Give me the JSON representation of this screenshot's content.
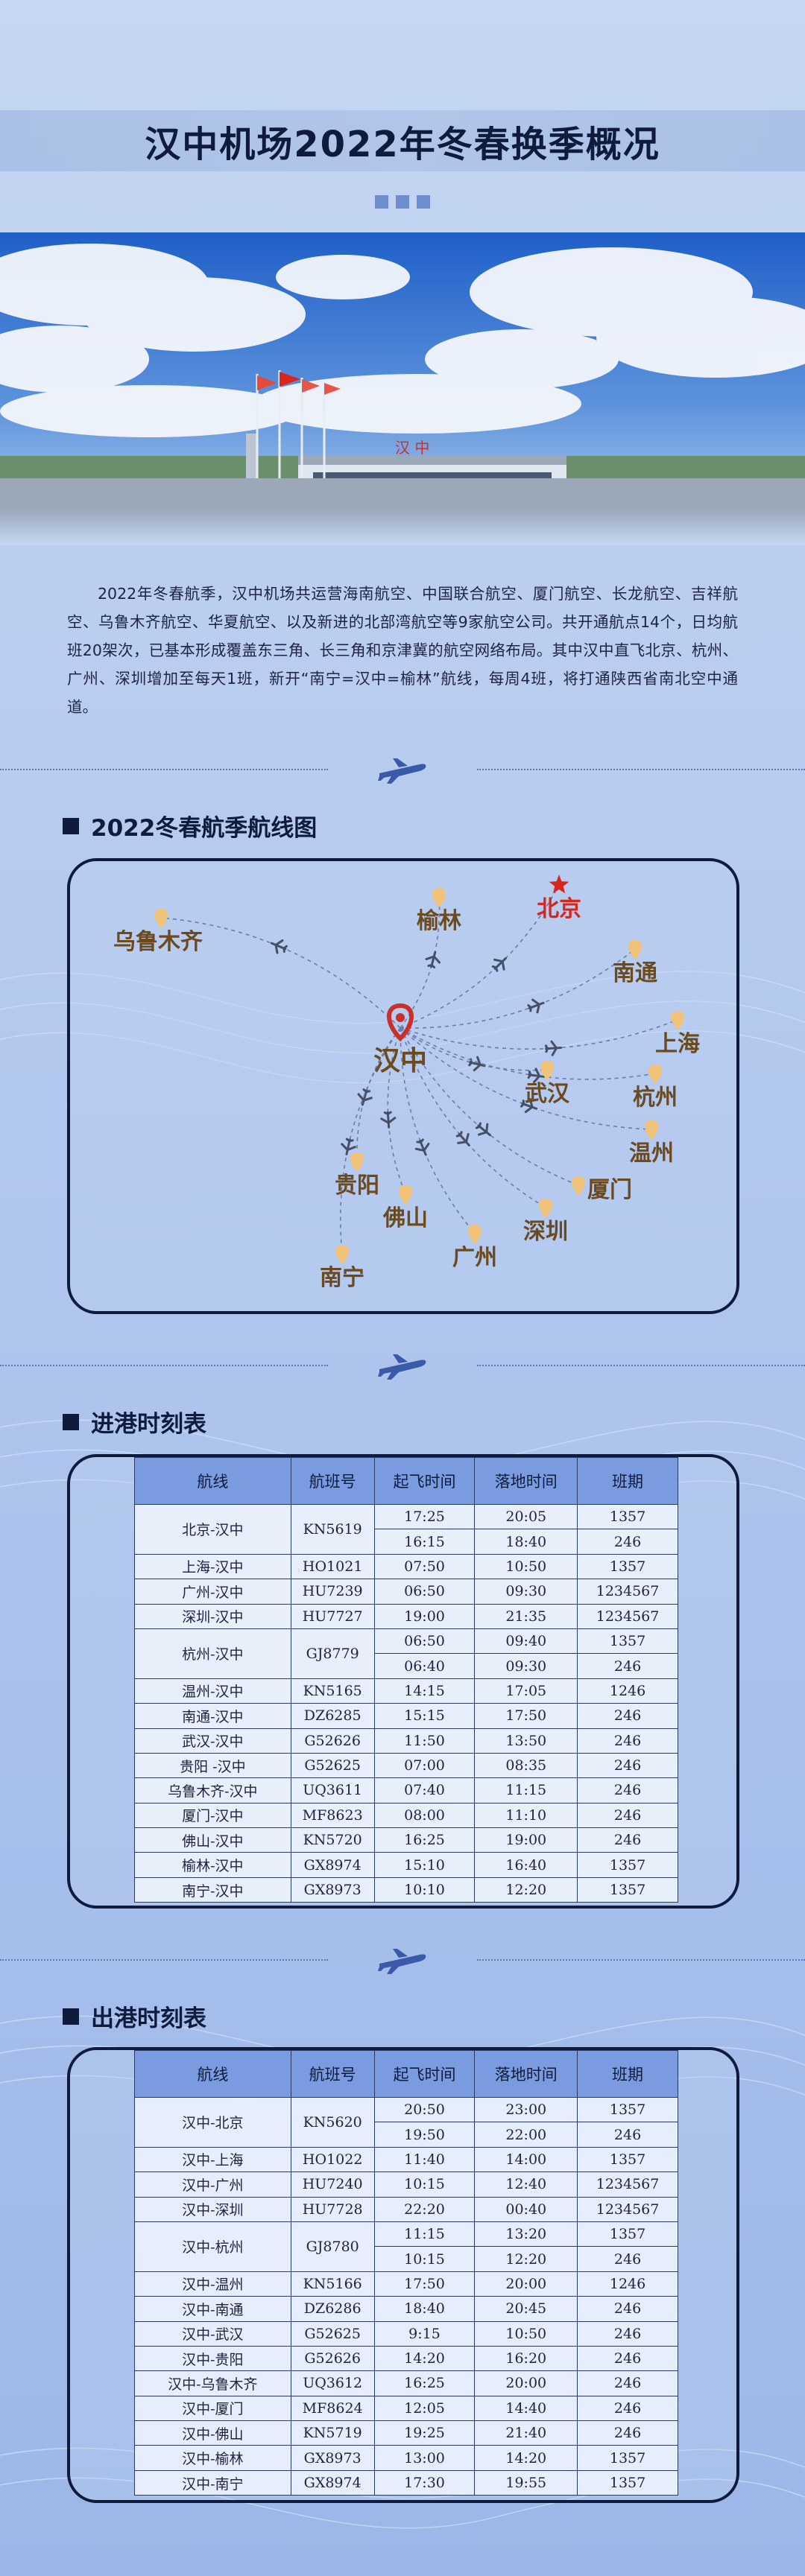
{
  "page_title": "汉中机场2022年冬春换季概况",
  "intro": "2022年冬春航季，汉中机场共运营海南航空、中国联合航空、厦门航空、长龙航空、吉祥航空、乌鲁木齐航空、华夏航空、以及新进的北部湾航空等9家航空公司。共开通航点14个，日均航班20架次，已基本形成覆盖东三角、长三角和京津冀的航空网络布局。其中汉中直飞北京、杭州、广州、深圳增加至每天1班，新开“南宁=汉中=榆林”航线，每周4班，将打通陕西省南北空中通道。",
  "photo": {
    "sign_text": "汉 中"
  },
  "map_section": {
    "heading": "2022冬春航季航线图",
    "hub": "汉中",
    "cities": [
      {
        "name": "乌鲁木齐",
        "highlight": false
      },
      {
        "name": "榆林",
        "highlight": false
      },
      {
        "name": "北京",
        "highlight": true
      },
      {
        "name": "南通",
        "highlight": false
      },
      {
        "name": "上海",
        "highlight": false
      },
      {
        "name": "武汉",
        "highlight": false
      },
      {
        "name": "杭州",
        "highlight": false
      },
      {
        "name": "温州",
        "highlight": false
      },
      {
        "name": "厦门",
        "highlight": false
      },
      {
        "name": "深圳",
        "highlight": false
      },
      {
        "name": "广州",
        "highlight": false
      },
      {
        "name": "贵阳",
        "highlight": false
      },
      {
        "name": "佛山",
        "highlight": false
      },
      {
        "name": "南宁",
        "highlight": false
      }
    ]
  },
  "arrivals": {
    "heading": "进港时刻表",
    "headers": [
      "航线",
      "航班号",
      "起飞时间",
      "落地时间",
      "班期"
    ],
    "rows": [
      {
        "route": "北京-汉中",
        "flight": "KN5619",
        "times": [
          [
            "17:25",
            "20:05",
            "1357"
          ],
          [
            "16:15",
            "18:40",
            "246"
          ]
        ]
      },
      {
        "route": "上海-汉中",
        "flight": "HO1021",
        "times": [
          [
            "07:50",
            "10:50",
            "1357"
          ]
        ]
      },
      {
        "route": "广州-汉中",
        "flight": "HU7239",
        "times": [
          [
            "06:50",
            "09:30",
            "1234567"
          ]
        ]
      },
      {
        "route": "深圳-汉中",
        "flight": "HU7727",
        "times": [
          [
            "19:00",
            "21:35",
            "1234567"
          ]
        ]
      },
      {
        "route": "杭州-汉中",
        "flight": "GJ8779",
        "times": [
          [
            "06:50",
            "09:40",
            "1357"
          ],
          [
            "06:40",
            "09:30",
            "246"
          ]
        ]
      },
      {
        "route": "温州-汉中",
        "flight": "KN5165",
        "times": [
          [
            "14:15",
            "17:05",
            "1246"
          ]
        ]
      },
      {
        "route": "南通-汉中",
        "flight": "DZ6285",
        "times": [
          [
            "15:15",
            "17:50",
            "246"
          ]
        ]
      },
      {
        "route": "武汉-汉中",
        "flight": "G52626",
        "times": [
          [
            "11:50",
            "13:50",
            "246"
          ]
        ]
      },
      {
        "route": "贵阳 -汉中",
        "flight": "G52625",
        "times": [
          [
            "07:00",
            "08:35",
            "246"
          ]
        ]
      },
      {
        "route": "乌鲁木齐-汉中",
        "flight": "UQ3611",
        "times": [
          [
            "07:40",
            "11:15",
            "246"
          ]
        ]
      },
      {
        "route": "厦门-汉中",
        "flight": "MF8623",
        "times": [
          [
            "08:00",
            "11:10",
            "246"
          ]
        ]
      },
      {
        "route": "佛山-汉中",
        "flight": "KN5720",
        "times": [
          [
            "16:25",
            "19:00",
            "246"
          ]
        ]
      },
      {
        "route": "榆林-汉中",
        "flight": "GX8974",
        "times": [
          [
            "15:10",
            "16:40",
            "1357"
          ]
        ]
      },
      {
        "route": "南宁-汉中",
        "flight": "GX8973",
        "times": [
          [
            "10:10",
            "12:20",
            "1357"
          ]
        ]
      }
    ]
  },
  "departures": {
    "heading": "出港时刻表",
    "headers": [
      "航线",
      "航班号",
      "起飞时间",
      "落地时间",
      "班期"
    ],
    "rows": [
      {
        "route": "汉中-北京",
        "flight": "KN5620",
        "times": [
          [
            "20:50",
            "23:00",
            "1357"
          ],
          [
            "19:50",
            "22:00",
            "246"
          ]
        ]
      },
      {
        "route": "汉中-上海",
        "flight": "HO1022",
        "times": [
          [
            "11:40",
            "14:00",
            "1357"
          ]
        ]
      },
      {
        "route": "汉中-广州",
        "flight": "HU7240",
        "times": [
          [
            "10:15",
            "12:40",
            "1234567"
          ]
        ]
      },
      {
        "route": "汉中-深圳",
        "flight": "HU7728",
        "times": [
          [
            "22:20",
            "00:40",
            "1234567"
          ]
        ]
      },
      {
        "route": "汉中-杭州",
        "flight": "GJ8780",
        "times": [
          [
            "11:15",
            "13:20",
            "1357"
          ],
          [
            "10:15",
            "12:20",
            "246"
          ]
        ]
      },
      {
        "route": "汉中-温州",
        "flight": "KN5166",
        "times": [
          [
            "17:50",
            "20:00",
            "1246"
          ]
        ]
      },
      {
        "route": "汉中-南通",
        "flight": "DZ6286",
        "times": [
          [
            "18:40",
            "20:45",
            "246"
          ]
        ]
      },
      {
        "route": "汉中-武汉",
        "flight": "G52625",
        "times": [
          [
            "9:15",
            "10:50",
            "246"
          ]
        ]
      },
      {
        "route": "汉中-贵阳",
        "flight": "G52626",
        "times": [
          [
            "14:20",
            "16:20",
            "246"
          ]
        ]
      },
      {
        "route": "汉中-乌鲁木齐",
        "flight": "UQ3612",
        "times": [
          [
            "16:25",
            "20:00",
            "246"
          ]
        ]
      },
      {
        "route": "汉中-厦门",
        "flight": "MF8624",
        "times": [
          [
            "12:05",
            "14:40",
            "246"
          ]
        ]
      },
      {
        "route": "汉中-佛山",
        "flight": "KN5719",
        "times": [
          [
            "19:25",
            "21:40",
            "246"
          ]
        ]
      },
      {
        "route": "汉中-榆林",
        "flight": "GX8973",
        "times": [
          [
            "13:00",
            "14:20",
            "1357"
          ]
        ]
      },
      {
        "route": "汉中-南宁",
        "flight": "GX8974",
        "times": [
          [
            "17:30",
            "19:55",
            "1357"
          ]
        ]
      }
    ]
  },
  "colors": {
    "title_dark": "#0f1b3d",
    "table_header": "#7a9be0",
    "city_label": "#6a4a1e",
    "highlight_city": "#d7261e",
    "pin_gold": "#f1c27a",
    "hub_pin": "#c9302c"
  }
}
